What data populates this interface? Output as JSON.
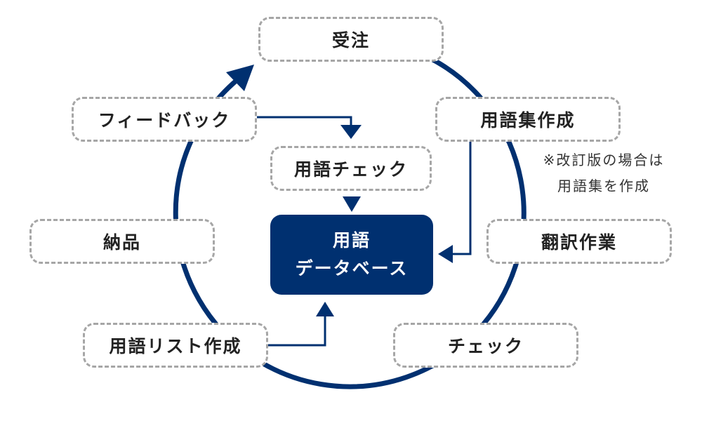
{
  "colors": {
    "accent": "#003070",
    "box_border": "#a6a6a6",
    "text": "#222222"
  },
  "cycle": [
    {
      "id": "order",
      "label": "受注"
    },
    {
      "id": "glossary-creation",
      "label": "用語集作成"
    },
    {
      "id": "translation",
      "label": "翻訳作業"
    },
    {
      "id": "check",
      "label": "チェック"
    },
    {
      "id": "term-list-creation",
      "label": "用語リスト作成"
    },
    {
      "id": "delivery",
      "label": "納品"
    },
    {
      "id": "feedback",
      "label": "フィードバック"
    }
  ],
  "term_check": "用語チェック",
  "database": {
    "line1": "用語",
    "line2": "データベース"
  },
  "note": {
    "line1": "※改訂版の場合は",
    "line2": "用語集を作成"
  }
}
